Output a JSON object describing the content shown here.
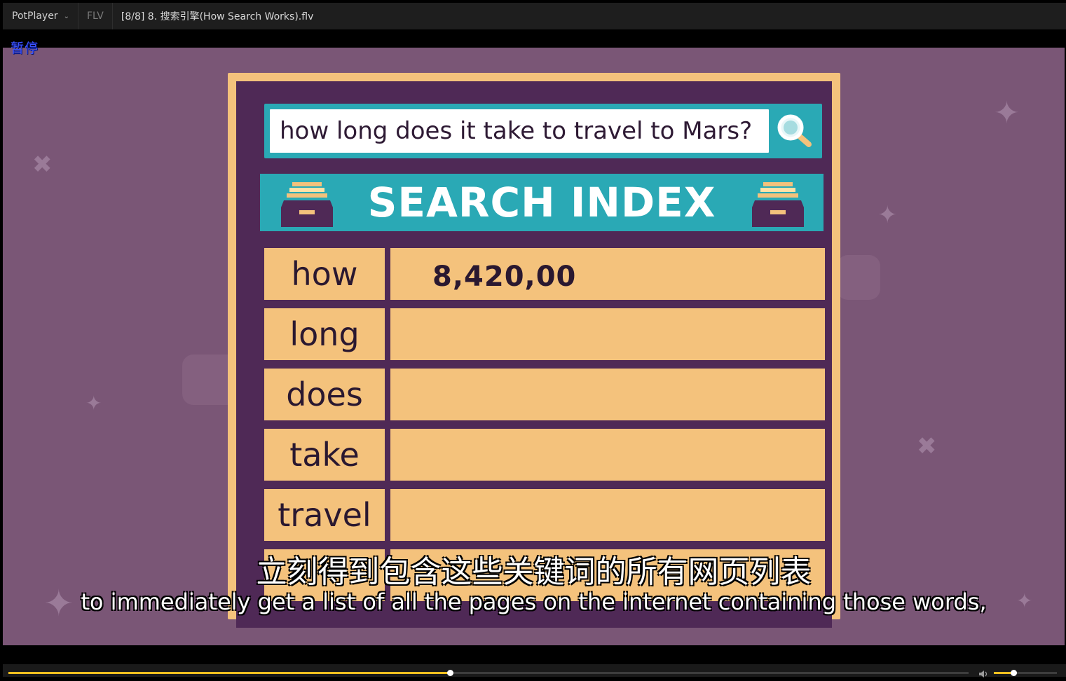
{
  "titlebar": {
    "app_name": "PotPlayer",
    "format": "FLV",
    "file_title": "[8/8] 8. 搜索引擎(How Search Works).flv"
  },
  "osd": {
    "status": "暂停"
  },
  "video": {
    "search_query": "how long does it take to travel to Mars?",
    "index_title": "SEARCH INDEX",
    "rows": [
      {
        "word": "how",
        "value": "8,420,00"
      },
      {
        "word": "long",
        "value": ""
      },
      {
        "word": "does",
        "value": ""
      },
      {
        "word": "take",
        "value": ""
      },
      {
        "word": "travel",
        "value": ""
      }
    ]
  },
  "subtitles": {
    "chinese": "立刻得到包含这些关键词的所有网页列表",
    "english": "to immediately get a list of all the pages on the internet containing those words,"
  },
  "playback": {
    "progress": 0.46,
    "volume": 0.31
  },
  "colors": {
    "background_purple": "#7a5676",
    "frame_orange": "#f4c27c",
    "frame_dark": "#4f2956",
    "teal": "#2aa9b5",
    "accent_yellow": "#f0c020",
    "osd_blue": "#3e54ff"
  },
  "icons": {
    "brand_menu": "chevron-down-icon",
    "search": "magnifier-icon",
    "drawer": "file-drawer-icon",
    "volume": "speaker-icon"
  }
}
